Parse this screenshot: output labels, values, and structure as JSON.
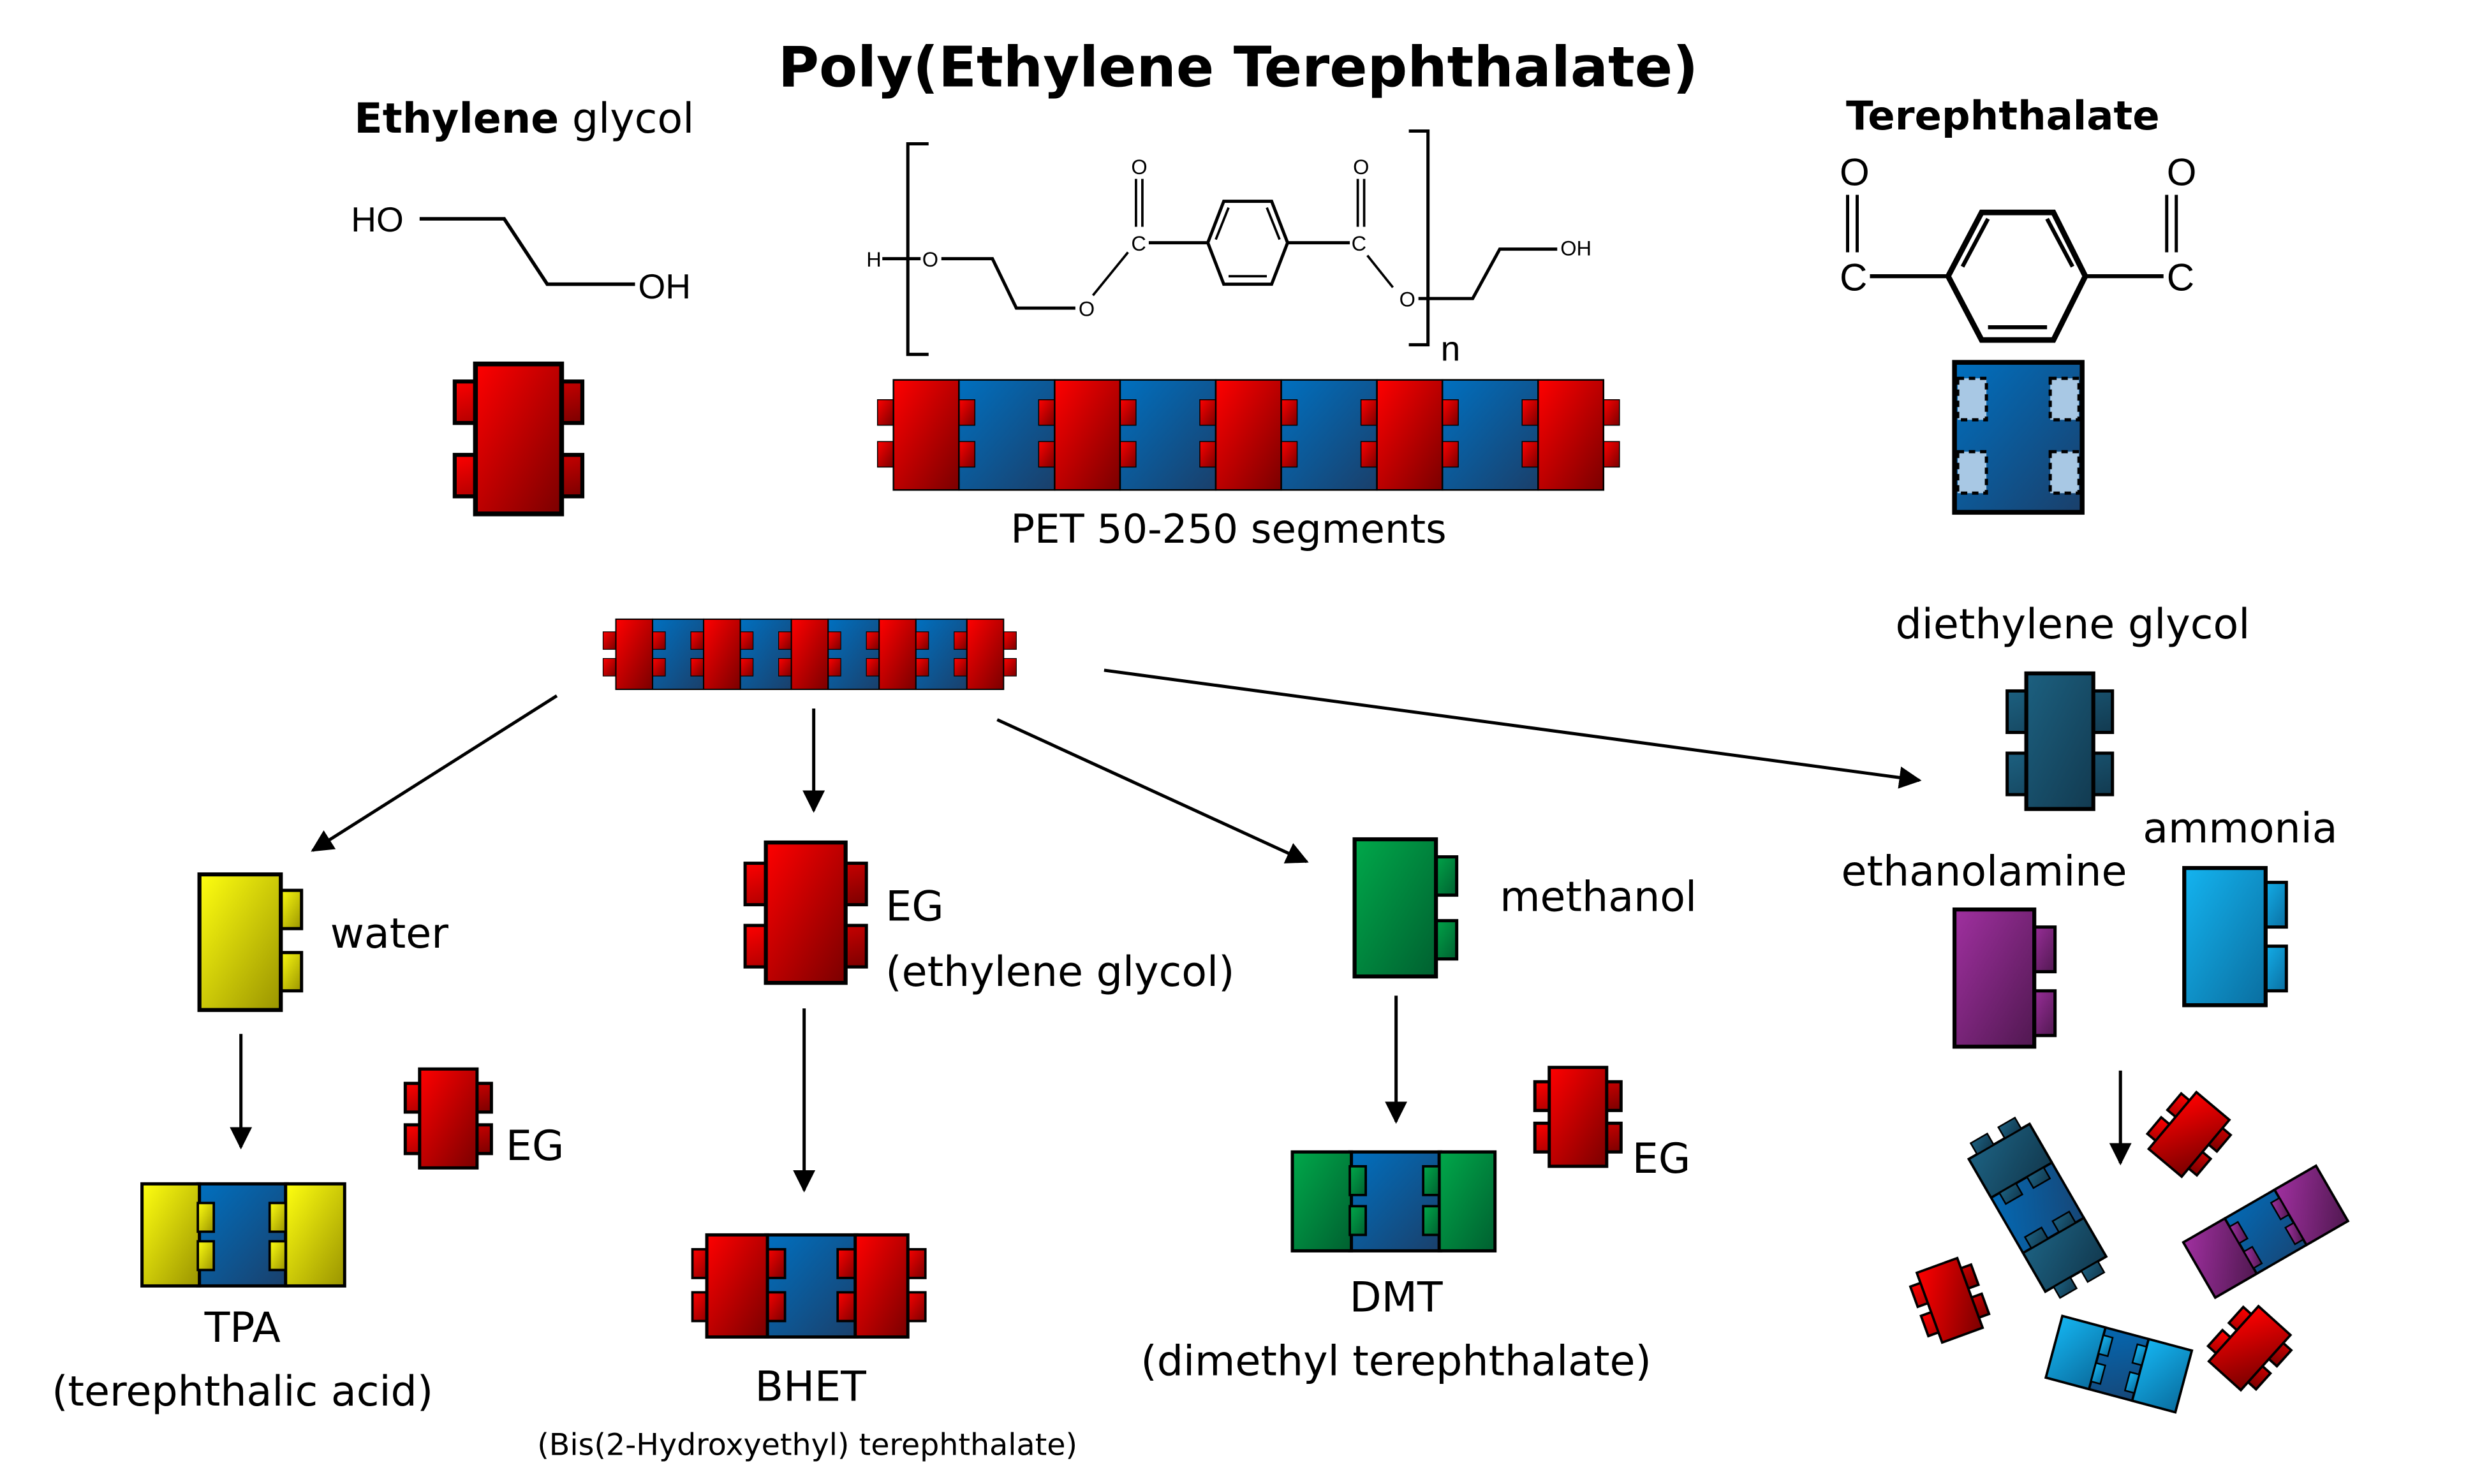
{
  "title": "Poly(Ethylene Terephthalate)",
  "monomers": {
    "ethylene_glycol": {
      "label_bold": "Ethylene",
      "label_regular": "glycol",
      "structure": {
        "left": "HO",
        "right": "OH"
      },
      "color": "#e00000"
    },
    "pet_structure": {
      "atoms": {
        "h": "H",
        "o": "O",
        "c": "C",
        "oh": "OH",
        "n": "n"
      }
    },
    "terephthalate": {
      "label": "Terephthalate",
      "structure": {
        "o": "O",
        "c": "C"
      },
      "color": "#0060a8"
    }
  },
  "pet_chain": {
    "label": "PET 50-250 segments"
  },
  "pathways": [
    {
      "reagent": "water",
      "reagent_color": "#e6e000",
      "product_abbrev": "TPA",
      "product_name": "(terephthalic acid)",
      "byproduct": "EG"
    },
    {
      "reagent": "EG",
      "reagent_detail": "(ethylene glycol)",
      "reagent_color": "#e00000",
      "product_abbrev": "BHET",
      "product_name": "(Bis(2-Hydroxyethyl) terephthalate)"
    },
    {
      "reagent": "methanol",
      "reagent_color": "#00a040",
      "product_abbrev": "DMT",
      "product_name": "(dimethyl terephthalate)",
      "byproduct": "EG"
    },
    {
      "reagents": [
        "diethylene glycol",
        "ethanolamine",
        "ammonia"
      ],
      "reagent_colors": [
        "#1a5a78",
        "#9a2a90",
        "#10a8e0"
      ]
    }
  ],
  "colors": {
    "red": "#e00000",
    "blue": "#0068b0",
    "yellow": "#e8e400",
    "green": "#00a040",
    "teal": "#1a5a78",
    "purple": "#9a2a90",
    "cyan": "#10a8e0"
  }
}
